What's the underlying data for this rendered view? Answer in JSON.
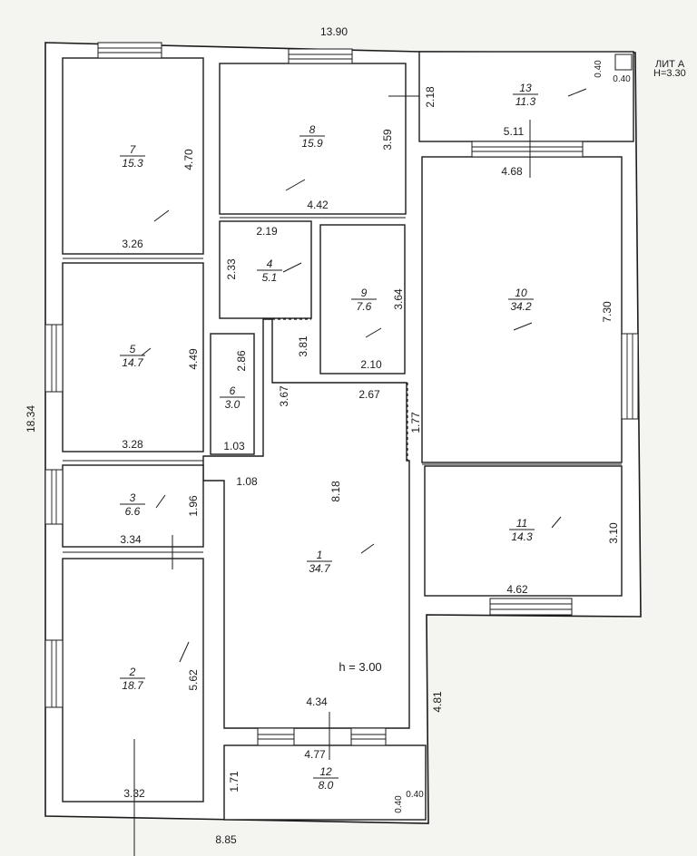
{
  "dimensions": {
    "top_total": "13.90",
    "left_total": "18.34",
    "bottom_total": "8.85",
    "lit_label": "ЛИТ А",
    "height_label": "H=3.30",
    "corner_a": "0.40",
    "corner_b": "0.40",
    "corner_c": "0.40",
    "corner_d": "0.40",
    "ceiling_height": "h  =  3.00"
  },
  "rooms": [
    {
      "id": "room-1",
      "number": "1",
      "area": "34.7"
    },
    {
      "id": "room-2",
      "number": "2",
      "area": "18.7"
    },
    {
      "id": "room-3",
      "number": "3",
      "area": "6.6"
    },
    {
      "id": "room-4",
      "number": "4",
      "area": "5.1"
    },
    {
      "id": "room-5",
      "number": "5",
      "area": "14.7"
    },
    {
      "id": "room-6",
      "number": "6",
      "area": "3.0"
    },
    {
      "id": "room-7",
      "number": "7",
      "area": "15.3"
    },
    {
      "id": "room-8",
      "number": "8",
      "area": "15.9"
    },
    {
      "id": "room-9",
      "number": "9",
      "area": "7.6"
    },
    {
      "id": "room-10",
      "number": "10",
      "area": "34.2"
    },
    {
      "id": "room-11",
      "number": "11",
      "area": "14.3"
    },
    {
      "id": "room-12",
      "number": "12",
      "area": "8.0"
    },
    {
      "id": "room-13",
      "number": "13",
      "area": "11.3"
    }
  ],
  "room_dims": {
    "r7_h": "4.70",
    "r7_w": "3.26",
    "r8_h": "3.59",
    "r8_w": "4.42",
    "r13_h": "2.18",
    "r13_w": "5.11",
    "r10_w": "4.68",
    "r10_h": "7.30",
    "r4_w": "2.19",
    "r4_h": "2.33",
    "r9_h": "3.64",
    "r9_w": "2.10",
    "r5_h": "4.49",
    "r5_w": "3.28",
    "r6_h": "2.86",
    "r6_w": "1.03",
    "r1_a": "3.81",
    "r1_b": "3.67",
    "r1_c": "2.67",
    "r1_d": "1.77",
    "r1_e": "8.18",
    "r1_f": "1.08",
    "r1_w": "4.34",
    "r3_h": "1.96",
    "r3_w": "3.34",
    "r11_w": "4.62",
    "r11_h": "3.10",
    "r2_h": "5.62",
    "r2_w": "3.32",
    "r12_w": "4.77",
    "r12_h": "1.71",
    "r12_e": "4.81"
  }
}
